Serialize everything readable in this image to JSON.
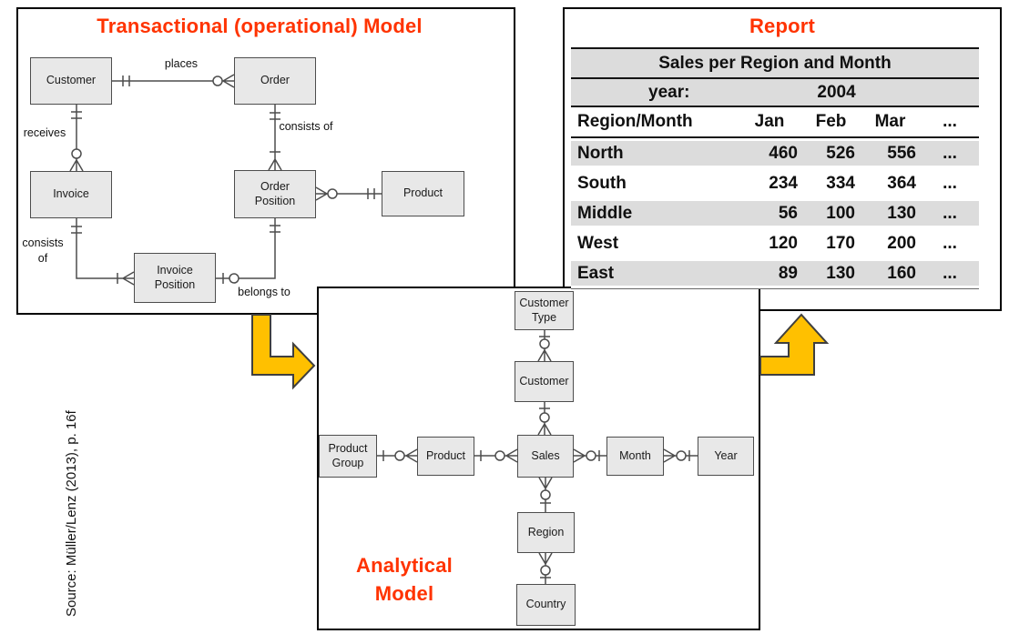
{
  "colors": {
    "accent_red": "#ff3300",
    "arrow_yellow": "#ffc000",
    "diagram_line": "#4d4d4d",
    "entity_fill": "#e8e8e8",
    "table_row_grey": "#dcdcdc"
  },
  "source_note": "Source: Müller/Lenz (2013), p. 16f",
  "transactional": {
    "title": "Transactional (operational) Model",
    "entities": {
      "customer": "Customer",
      "order": "Order",
      "invoice": "Invoice",
      "order_position": "Order Position",
      "product": "Product",
      "invoice_position": "Invoice Position"
    },
    "relations": {
      "places": "places",
      "receives": "receives",
      "consists_of": "consists of",
      "belongs_to": "belongs to"
    }
  },
  "analytical": {
    "title": "Analytical Model",
    "entities": {
      "customer_type": "Customer Type",
      "customer": "Customer",
      "product_group": "Product Group",
      "product": "Product",
      "sales": "Sales",
      "month": "Month",
      "year": "Year",
      "region": "Region",
      "country": "Country"
    }
  },
  "report": {
    "title": "Report",
    "table": {
      "header": "Sales per Region and Month",
      "year_label": "year:",
      "year_value": "2004",
      "columns": [
        "Region/Month",
        "Jan",
        "Feb",
        "Mar",
        "..."
      ],
      "rows": [
        {
          "region": "North",
          "values": [
            "460",
            "526",
            "556",
            "..."
          ]
        },
        {
          "region": "South",
          "values": [
            "234",
            "334",
            "364",
            "..."
          ]
        },
        {
          "region": "Middle",
          "values": [
            "56",
            "100",
            "130",
            "..."
          ]
        },
        {
          "region": "West",
          "values": [
            "120",
            "170",
            "200",
            "..."
          ]
        },
        {
          "region": "East",
          "values": [
            "89",
            "130",
            "160",
            "..."
          ]
        }
      ]
    }
  }
}
